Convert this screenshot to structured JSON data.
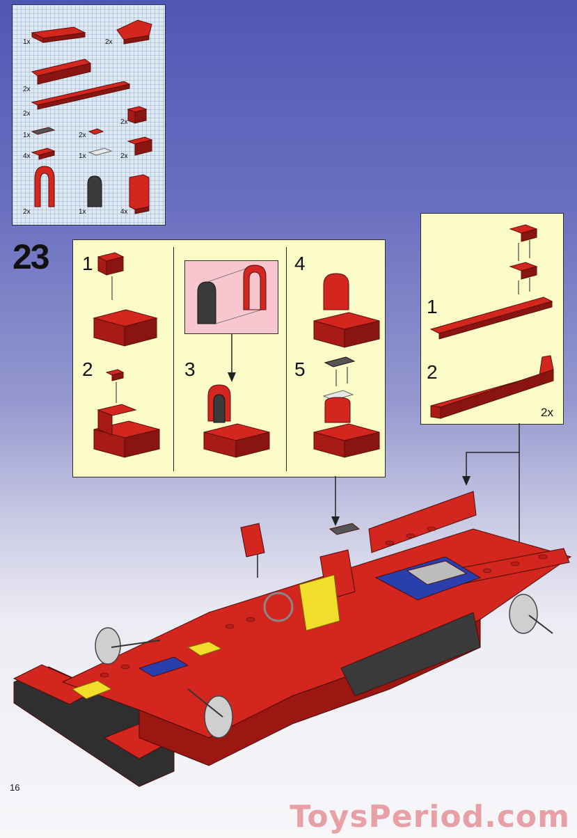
{
  "parts_list": {
    "quantities": [
      "1x",
      "2x",
      "2x",
      "2x",
      "2x",
      "1x",
      "2x",
      "4x",
      "1x",
      "2x",
      "2x",
      "1x",
      "4x"
    ]
  },
  "step": {
    "number": "23",
    "main_panel": {
      "substeps": [
        "1",
        "2",
        "3",
        "4",
        "5"
      ]
    },
    "side_panel": {
      "substeps": [
        "1",
        "2"
      ],
      "multiplier": "2x"
    }
  },
  "page_number": "16",
  "watermark": "ToysPeriod.com",
  "colors": {
    "brick_red": "#d2261f",
    "panel_yellow": "#fafbc6",
    "callout_pink": "#f7c6cf",
    "watermark": "#e6a0a6"
  }
}
